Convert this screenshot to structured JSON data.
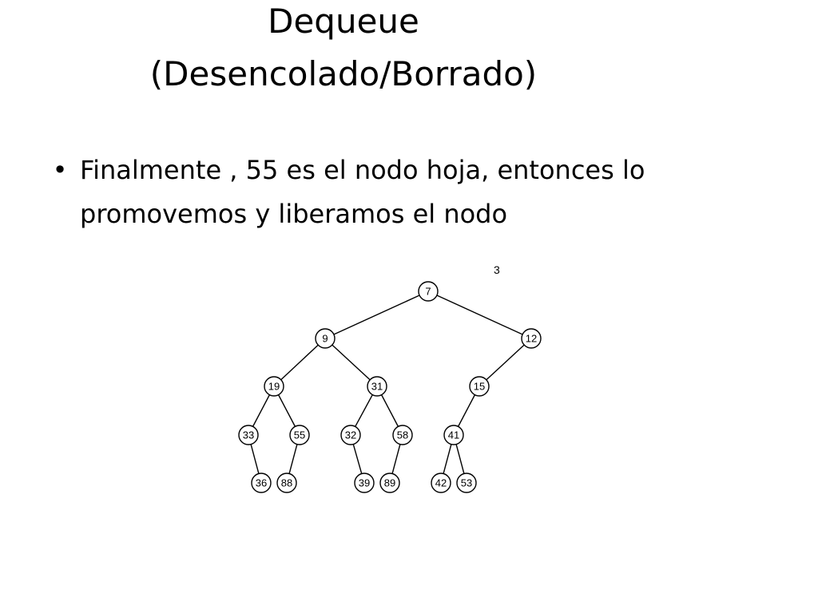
{
  "slide": {
    "title_line1": "Dequeue",
    "title_line2": "(Desencolado/Borrado)",
    "bullet_symbol": "•",
    "bullet_text_line1": "Finalmente , 55 es el nodo hoja, entonces lo",
    "bullet_text_line2": "promovemos y liberamos el nodo",
    "page_number": "3"
  },
  "tree": {
    "nodes": [
      {
        "id": "n7",
        "label": "7"
      },
      {
        "id": "n9",
        "label": "9"
      },
      {
        "id": "n12",
        "label": "12"
      },
      {
        "id": "n19",
        "label": "19"
      },
      {
        "id": "n31",
        "label": "31"
      },
      {
        "id": "n15",
        "label": "15"
      },
      {
        "id": "n33",
        "label": "33"
      },
      {
        "id": "n55",
        "label": "55"
      },
      {
        "id": "n32",
        "label": "32"
      },
      {
        "id": "n58",
        "label": "58"
      },
      {
        "id": "n41",
        "label": "41"
      },
      {
        "id": "n36",
        "label": "36"
      },
      {
        "id": "n88",
        "label": "88"
      },
      {
        "id": "n39",
        "label": "39"
      },
      {
        "id": "n89",
        "label": "89"
      },
      {
        "id": "n42",
        "label": "42"
      },
      {
        "id": "n53",
        "label": "53"
      }
    ],
    "edges": [
      [
        "n7",
        "n9"
      ],
      [
        "n7",
        "n12"
      ],
      [
        "n9",
        "n19"
      ],
      [
        "n9",
        "n31"
      ],
      [
        "n12",
        "n15"
      ],
      [
        "n19",
        "n33"
      ],
      [
        "n19",
        "n55"
      ],
      [
        "n31",
        "n32"
      ],
      [
        "n31",
        "n58"
      ],
      [
        "n15",
        "n41"
      ],
      [
        "n33",
        "n36"
      ],
      [
        "n55",
        "n88"
      ],
      [
        "n32",
        "n39"
      ],
      [
        "n58",
        "n89"
      ],
      [
        "n41",
        "n42"
      ],
      [
        "n41",
        "n53"
      ]
    ]
  }
}
